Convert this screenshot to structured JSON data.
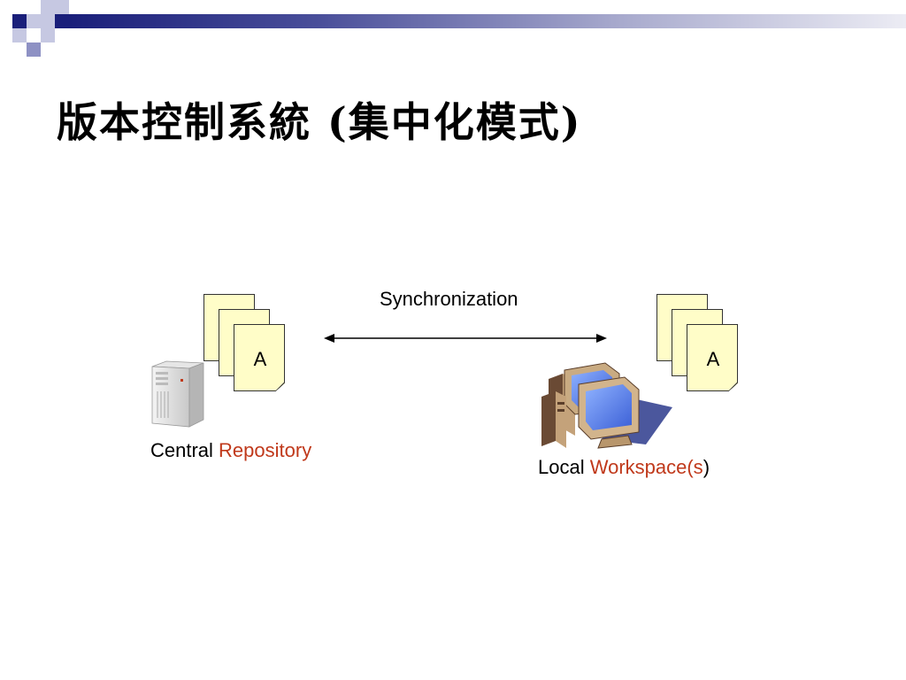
{
  "slide": {
    "title": "版本控制系統 (集中化模式)"
  },
  "diagram": {
    "sync_label": "Synchronization",
    "left_node": {
      "doc_letter": "A",
      "label_plain": "Central ",
      "label_accent": "Repository",
      "icon": "server-icon"
    },
    "right_node": {
      "doc_letter": "A",
      "label_plain": "Local ",
      "label_accent": "Workspace(s",
      "label_end": ")",
      "icon": "workstation-icon"
    }
  },
  "colors": {
    "accent": "#c0391b",
    "document": "#fffdc8",
    "title_bar": "#1a1f7a"
  }
}
